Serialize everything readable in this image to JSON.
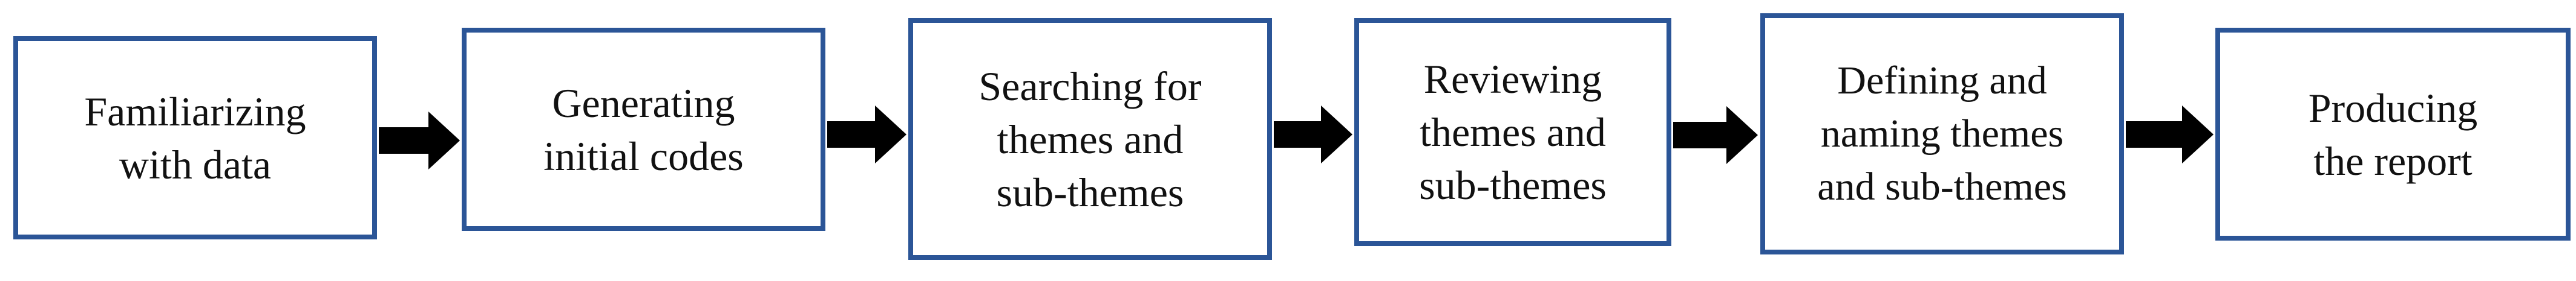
{
  "diagram": {
    "steps": [
      {
        "label": "Familiarizing\nwith data"
      },
      {
        "label": "Generating\ninitial codes"
      },
      {
        "label": "Searching for\nthemes and\nsub-themes"
      },
      {
        "label": "Reviewing\nthemes and\nsub-themes"
      },
      {
        "label": "Defining and\nnaming themes\nand sub-themes"
      },
      {
        "label": "Producing\nthe report"
      }
    ],
    "colors": {
      "box_border": "#2b5597",
      "arrow_fill": "#000000",
      "text": "#111111"
    }
  }
}
